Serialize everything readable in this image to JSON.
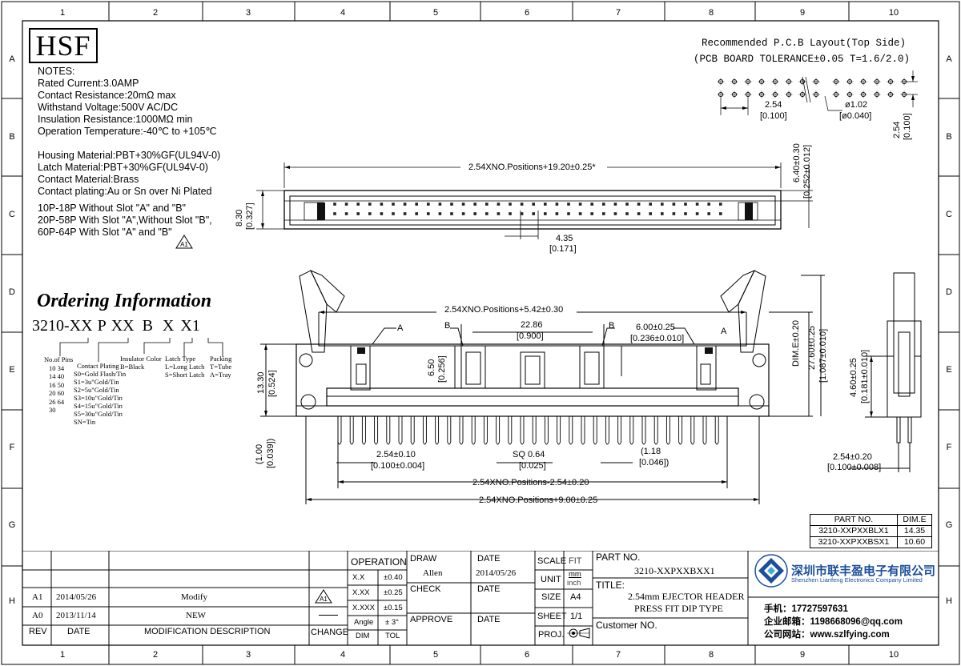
{
  "frame": {
    "columns": [
      "1",
      "2",
      "3",
      "4",
      "5",
      "6",
      "7",
      "8",
      "9",
      "10"
    ],
    "rows": [
      "A",
      "B",
      "C",
      "D",
      "E",
      "F",
      "G",
      "H"
    ]
  },
  "logo": "HSF",
  "notes": {
    "title": "NOTES:",
    "lines": [
      "Rated Current:3.0AMP",
      "Contact Resistance:20mΩ max",
      "Withstand Voltage:500V AC/DC",
      "Insulation Resistance:1000MΩ min",
      "Operation Temperature:-40℃ to +105℃",
      "",
      "Housing Material:PBT+30%GF(UL94V-0)",
      "Latch Material:PBT+30%GF(UL94V-0)",
      "Contact Material:Brass",
      "Contact plating:Au or Sn over Ni Plated",
      "",
      "10P-18P Without Slot \"A\" and \"B\"",
      "20P-58P With Slot \"A\",Without Slot \"B\",",
      "60P-64P With Slot \"A\" and \"B\""
    ],
    "rev_mark": "A1"
  },
  "ordering": {
    "title": "Ordering Information",
    "code": {
      "p1": "3210-",
      "p2": "XX",
      "p3": "P",
      "p4": "XX",
      "p5": "B",
      "p6": "X",
      "p7": "X",
      "p8": "1"
    },
    "pins_title": "No.of Pins",
    "pins": [
      "10  34",
      "14  40",
      "16  50",
      "20  60",
      "26  64",
      "30"
    ],
    "plating_title": "Contact Plating",
    "plating": [
      "S0=Gold Flash/Tin",
      "S1=3u\"Gold/Tin",
      "S2=5u\"Gold/Tin",
      "S3=10u\"Gold/Tin",
      "S4=15u\"Gold/Tin",
      "S5=30u\"Gold/Tin",
      "SN=Tin"
    ],
    "color_title": "Insulator Color",
    "color": "B=Black",
    "latch_title": "Latch Type",
    "latch": [
      "L=Long Latch",
      "S=Short Latch"
    ],
    "pack_title": "Packing",
    "pack": [
      "T=Tube",
      "A=Tray"
    ]
  },
  "pcb": {
    "title": "Recommended P.C.B Layout(Top Side)",
    "subtitle": "(PCB BOARD TOLERANCE±0.05 T=1.6/2.0)",
    "pitch": "2.54",
    "pitch_in": "[0.100]",
    "hole": "ø1.02",
    "hole_in": "[ø0.040]",
    "row_pitch": "2.54",
    "row_pitch_in": "[0.100]"
  },
  "top_view": {
    "width_dim": "2.54XNO.Positions+19.20±0.25*",
    "height_dim": "8.30",
    "height_in": "[0.327]",
    "side_dim": "6.40±0.30",
    "side_in": "[0.252±0.012]",
    "center_dim": "4.35",
    "center_in": "[0.171]"
  },
  "front_view": {
    "inner_dim": "2.54XNO.Positions+5.42±0.30",
    "slot_a": "A",
    "slot_b": "B",
    "slot_width": "22.86",
    "slot_width_in": "[0.900]",
    "slot_b_dim": "6.00±0.25",
    "slot_b_in": "[0.236±0.010]",
    "slot_depth": "6.50",
    "slot_depth_in": "[0.256]",
    "body_h": "13.30",
    "body_h_in": "[0.524]",
    "dim_e": "DIM.E±0.20",
    "total_h": "27.60±0.25",
    "total_h_in": "[1.087±0.010]",
    "tail": "(1.00",
    "tail_in": "[0.039])",
    "pitch": "2.54±0.10",
    "pitch_in": "[0.100±0.004]",
    "sq": "SQ 0.64",
    "sq_in": "[0.025]",
    "pin_w": "(1.18",
    "pin_w_in": "[0.046])",
    "row_dim": "2.54XNO.Positions-2.54±0.20",
    "total_dim": "2.54XNO.Positions+9.00±0.25"
  },
  "side_view": {
    "h": "4.60±0.25",
    "h_in": "[0.181±0.010]",
    "pitch": "2.54±0.20",
    "pitch_in": "[0.100±0.008]"
  },
  "dim_table": {
    "header": [
      "PART NO.",
      "DIM.E"
    ],
    "rows": [
      [
        "3210-XXPXXBLX1",
        "14.35"
      ],
      [
        "3210-XXPXXBSX1",
        "10.60"
      ]
    ]
  },
  "title_block": {
    "rev_header": [
      "REV",
      "DATE",
      "MODIFICATION DESCRIPTION",
      "CHANGE"
    ],
    "revs": [
      {
        "rev": "A1",
        "date": "2014/05/26",
        "desc": "Modify",
        "change": "A1"
      },
      {
        "rev": "A0",
        "date": "2013/11/14",
        "desc": "NEW",
        "change": ""
      }
    ],
    "operation": "OPERATION",
    "tol": [
      [
        "X.X",
        "±0.40"
      ],
      [
        "X.XX",
        "±0.25"
      ],
      [
        "X.XXX",
        "±0.15"
      ],
      [
        "Angle",
        "± 3°"
      ]
    ],
    "dim_label": "DIM",
    "tol_label": "TOL",
    "draw_label": "DRAW",
    "draw_name": "Allen",
    "check_label": "CHECK",
    "approve_label": "APPROVE",
    "date_label": "DATE",
    "draw_date": "2014/05/26",
    "scale_label": "SCALE",
    "scale_val": "FIT",
    "unit_label": "UNIT",
    "unit_mm": "mm",
    "unit_inch": "inch",
    "size_label": "SIZE",
    "size_val": "A4",
    "sheet_label": "SHEET",
    "sheet_val": "1/1",
    "proj_label": "PROJ.",
    "part_label": "PART NO.",
    "part_val": "3210-XXPXXBXX1",
    "title_label": "TITLE:",
    "title_l1": "2.54mm EJECTOR HEADER",
    "title_l2": "PRESS FIT DIP TYPE",
    "customer_label": "Customer NO."
  },
  "company": {
    "name_cn": "深圳市联丰盈电子有限公司",
    "name_en": "Shenzhen Lianfeng Electronics Company Limited",
    "phone": "手机：17727597631",
    "email": "企业邮箱：1198668096@qq.com",
    "web": "公司网站：www.szlfying.com",
    "brand_color": "#1b4f9c"
  }
}
